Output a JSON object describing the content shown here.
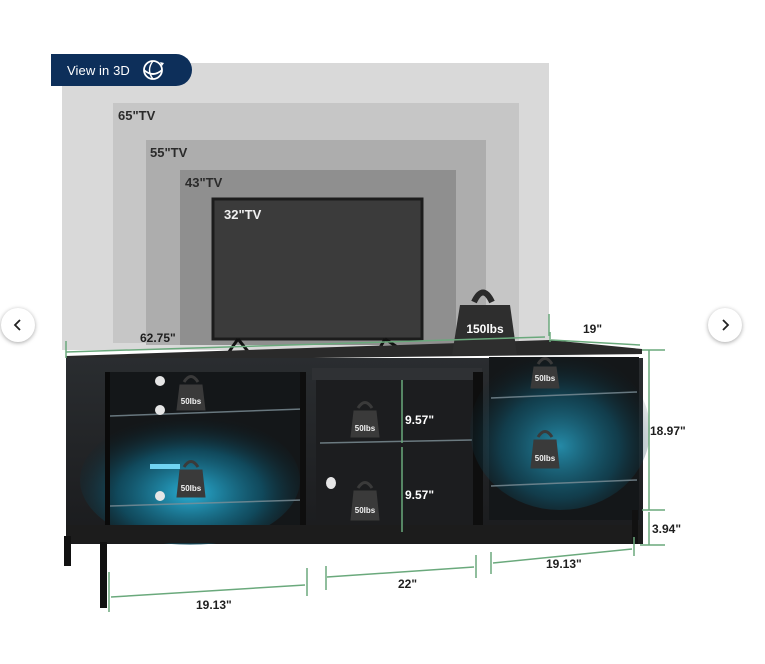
{
  "viewer": {
    "view_3d_label": "View in 3D",
    "prev_icon": "chevron-left-icon",
    "next_icon": "chevron-right-icon",
    "view_3d_icon": "rotate-3d-icon"
  },
  "tv_sizes": [
    "65\"TV",
    "55\"TV",
    "43\"TV",
    "32\"TV"
  ],
  "weights": {
    "top": "150lbs",
    "shelf": "50lbs"
  },
  "dimensions": {
    "top_width": "62.75\"",
    "depth": "19\"",
    "height": "18.97\"",
    "leg_height": "3.94\"",
    "middle_shelf_upper": "9.57\"",
    "middle_shelf_lower": "9.57\"",
    "middle_width": "22\"",
    "left_width": "19.13\"",
    "right_width": "19.13\""
  },
  "colors": {
    "badge_bg": "#0d2f5a",
    "dimension_lines": "#6aa97c",
    "led_glow": "#1fb3d9"
  }
}
